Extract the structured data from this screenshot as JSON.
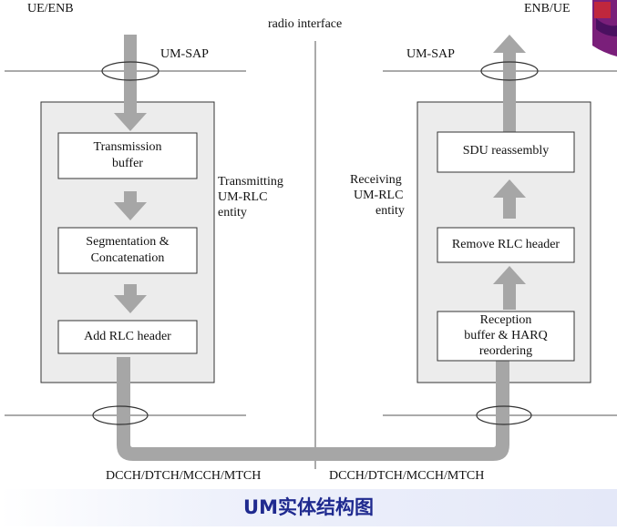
{
  "header": {
    "left_node": "UE/ENB",
    "right_node": "ENB/UE",
    "interface": "radio interface"
  },
  "transmitting": {
    "sap_label": "UM-SAP",
    "entity_label": [
      "Transmitting",
      "UM-RLC",
      "entity"
    ],
    "steps": [
      [
        "Transmission",
        "buffer"
      ],
      [
        "Segmentation &",
        "Concatenation"
      ],
      [
        "Add RLC header"
      ]
    ]
  },
  "receiving": {
    "sap_label": "UM-SAP",
    "entity_label": [
      "Receiving",
      "UM-RLC",
      "entity"
    ],
    "steps": [
      [
        "SDU reassembly"
      ],
      [
        "Remove RLC header"
      ],
      [
        "Reception",
        "buffer & HARQ",
        "reordering"
      ]
    ]
  },
  "channels": {
    "left": "DCCH/DTCH/MCCH/MTCH",
    "right": "DCCH/DTCH/MCCH/MTCH"
  },
  "caption": "UM实体结构图",
  "colors": {
    "arrow": "#a6a6a6",
    "entity_fill": "#ececec",
    "caption": "#1f2a8f",
    "corner_logo": "#7a1f7a"
  }
}
